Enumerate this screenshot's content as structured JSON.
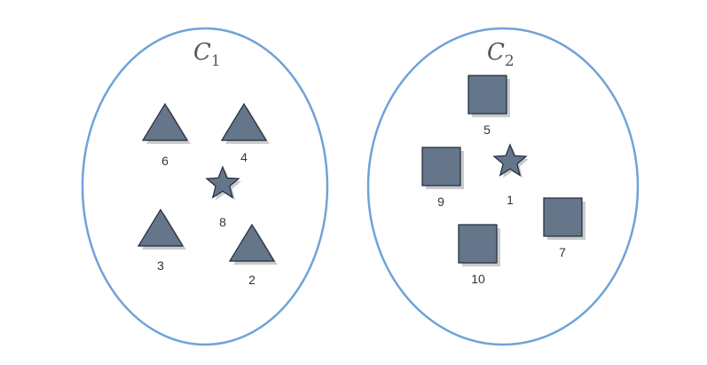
{
  "colors": {
    "ellipse_stroke": "#6fa3d8",
    "shape_fill": "#66768a",
    "shape_stroke": "#1e2a3a"
  },
  "clusters": [
    {
      "title_letter": "C",
      "title_subscript": "1",
      "nodes": [
        {
          "label": "6",
          "shape": "triangle"
        },
        {
          "label": "4",
          "shape": "triangle"
        },
        {
          "label": "8",
          "shape": "star"
        },
        {
          "label": "3",
          "shape": "triangle"
        },
        {
          "label": "2",
          "shape": "triangle"
        }
      ]
    },
    {
      "title_letter": "C",
      "title_subscript": "2",
      "nodes": [
        {
          "label": "5",
          "shape": "square"
        },
        {
          "label": "9",
          "shape": "square"
        },
        {
          "label": "1",
          "shape": "star"
        },
        {
          "label": "7",
          "shape": "square"
        },
        {
          "label": "10",
          "shape": "square"
        }
      ]
    }
  ]
}
